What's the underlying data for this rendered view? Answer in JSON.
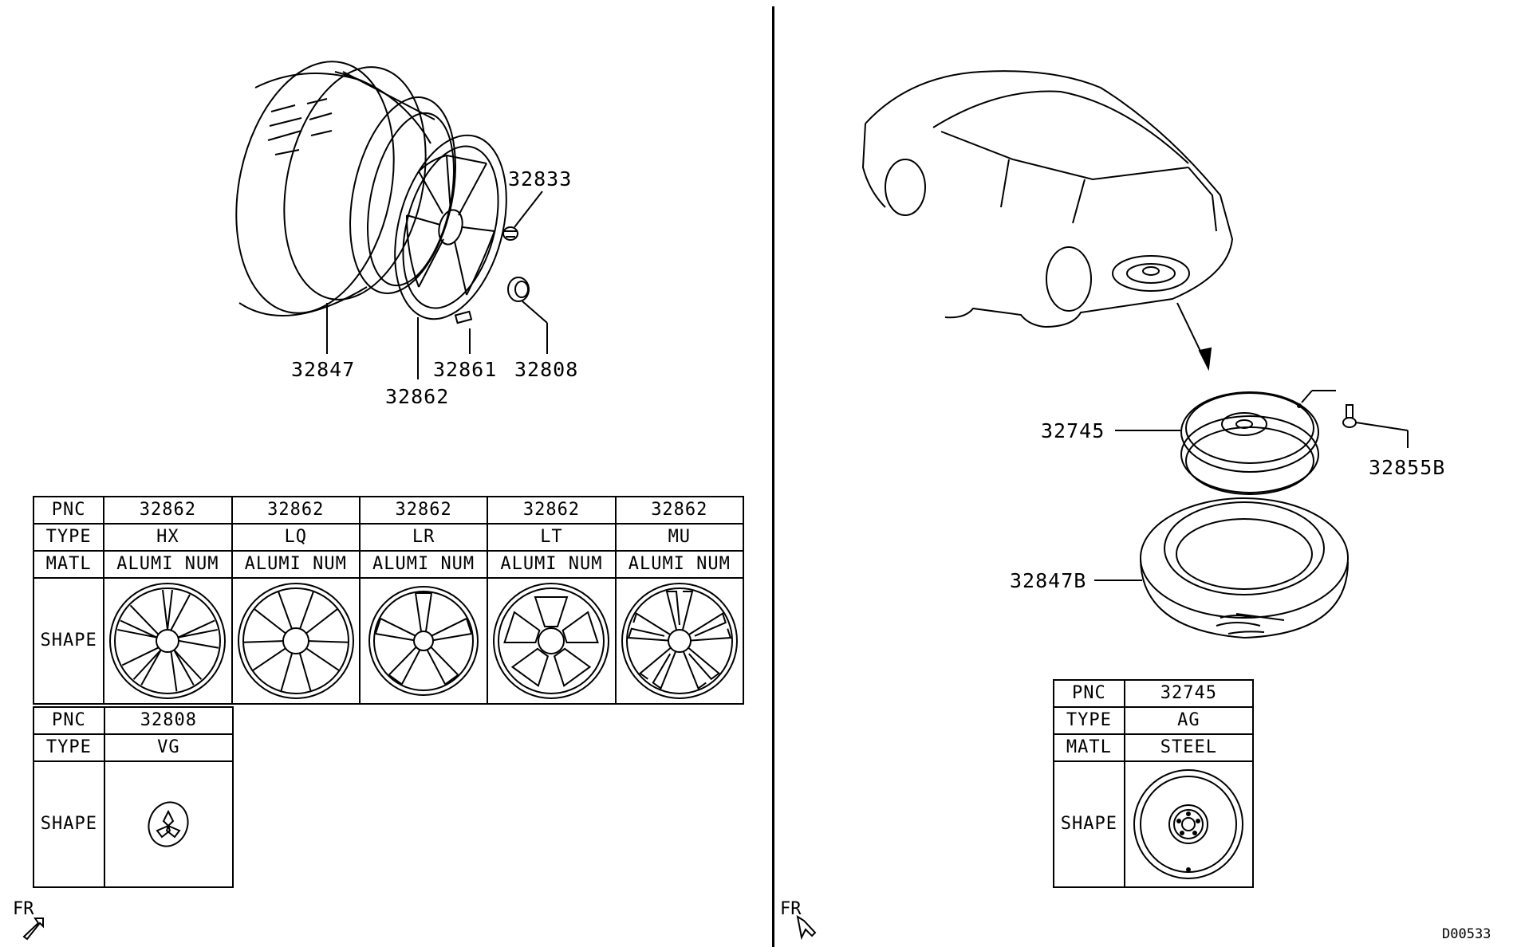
{
  "left_assembly": {
    "callouts": {
      "tire": "32847",
      "wheel": "32862",
      "nut": "32833",
      "cap": "32808",
      "weight": "32861"
    }
  },
  "spare_assembly": {
    "callouts": {
      "spare_wheel": "32745",
      "valve": "32855B",
      "spare_tire": "32847B"
    }
  },
  "wheel_table": {
    "headers": {
      "pnc": "PNC",
      "type": "TYPE",
      "matl": "MATL",
      "shape": "SHAPE"
    },
    "columns": [
      {
        "pnc": "32862",
        "type": "HX",
        "matl": "ALUMI NUM",
        "icon": "wheel-hx-icon"
      },
      {
        "pnc": "32862",
        "type": "LQ",
        "matl": "ALUMI NUM",
        "icon": "wheel-lq-icon"
      },
      {
        "pnc": "32862",
        "type": "LR",
        "matl": "ALUMI NUM",
        "icon": "wheel-lr-icon"
      },
      {
        "pnc": "32862",
        "type": "LT",
        "matl": "ALUMI NUM",
        "icon": "wheel-lt-icon"
      },
      {
        "pnc": "32862",
        "type": "MU",
        "matl": "ALUMI NUM",
        "icon": "wheel-mu-icon"
      }
    ]
  },
  "cap_table": {
    "headers": {
      "pnc": "PNC",
      "type": "TYPE",
      "shape": "SHAPE"
    },
    "column": {
      "pnc": "32808",
      "type": "VG",
      "icon": "center-cap-icon"
    }
  },
  "spare_table": {
    "headers": {
      "pnc": "PNC",
      "type": "TYPE",
      "matl": "MATL",
      "shape": "SHAPE"
    },
    "column": {
      "pnc": "32745",
      "type": "AG",
      "matl": "STEEL",
      "icon": "steel-spare-wheel-icon"
    }
  },
  "direction_label": "FR",
  "drawing_code": "D00533"
}
